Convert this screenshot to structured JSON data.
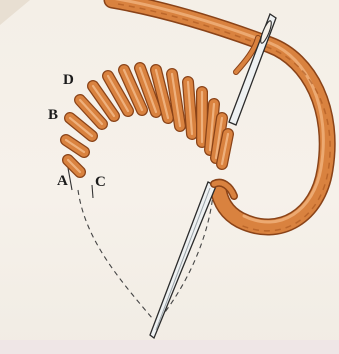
{
  "labels": {
    "a": "A",
    "b": "B",
    "c": "C",
    "d": "D"
  },
  "colors": {
    "thread": "#d9823f",
    "thread_shadow": "#a8551e",
    "thread_outline": "#8a4318",
    "background": "#f4efe7",
    "needle": "#eef1f2",
    "needle_outline": "#2b2b2b",
    "guide_line": "#444444"
  },
  "icons": {
    "needle": "needle-icon",
    "thread": "thread-icon"
  }
}
